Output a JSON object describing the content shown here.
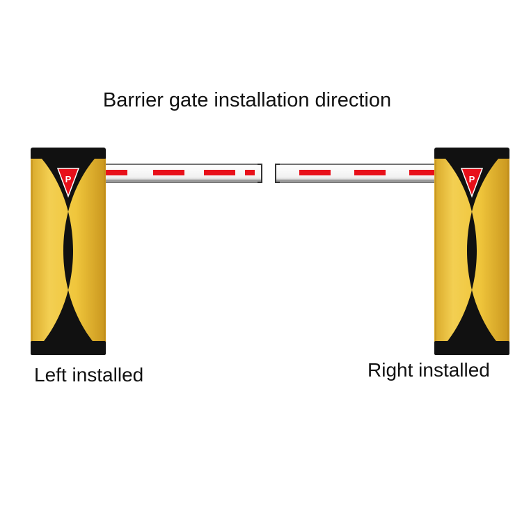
{
  "heading": "Barrier gate installation direction",
  "gates": [
    {
      "label": "Left installed",
      "side": "left",
      "arm_direction": "right"
    },
    {
      "label": "Right installed",
      "side": "right",
      "arm_direction": "left"
    }
  ],
  "logo_letter": "P",
  "colors": {
    "cabinet_yellow": "#f0c63c",
    "cabinet_black": "#111111",
    "stripe_red": "#e8101a",
    "arm_white": "#ffffff",
    "logo_red": "#e8101a"
  }
}
